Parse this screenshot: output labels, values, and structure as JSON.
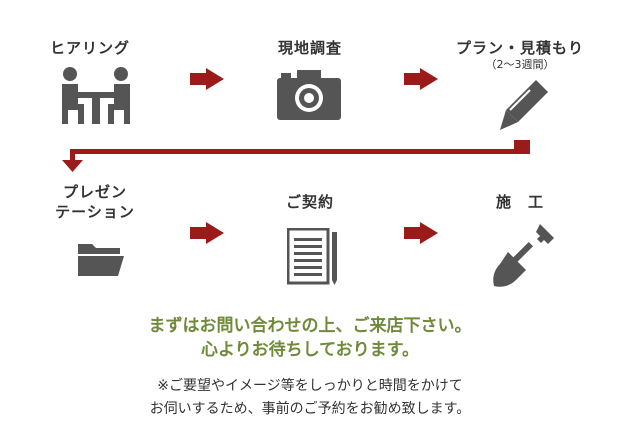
{
  "steps": [
    {
      "title": "ヒアリング",
      "icon": "meeting-icon"
    },
    {
      "title": "現地調査",
      "icon": "camera-icon"
    },
    {
      "title": "プラン・見積もり",
      "sub": "（2～3週間）",
      "icon": "pen-icon"
    },
    {
      "title_line1": "プレゼン",
      "title_line2": "テーション",
      "icon": "folder-icon"
    },
    {
      "title": "ご契約",
      "icon": "document-icon"
    },
    {
      "title": "施　工",
      "icon": "shovel-icon"
    }
  ],
  "tagline": {
    "line1": "まずはお問い合わせの上、ご来店下さい。",
    "line2": "心よりお待ちしております。"
  },
  "note": {
    "line1": "※ご要望やイメージ等をしっかりと時間をかけて",
    "line2": "お伺いするため、事前のご予約をお勧め致します。"
  },
  "colors": {
    "arrow": "#9b1b1b",
    "icon": "#555555",
    "tagline": "#6f8a3a"
  }
}
